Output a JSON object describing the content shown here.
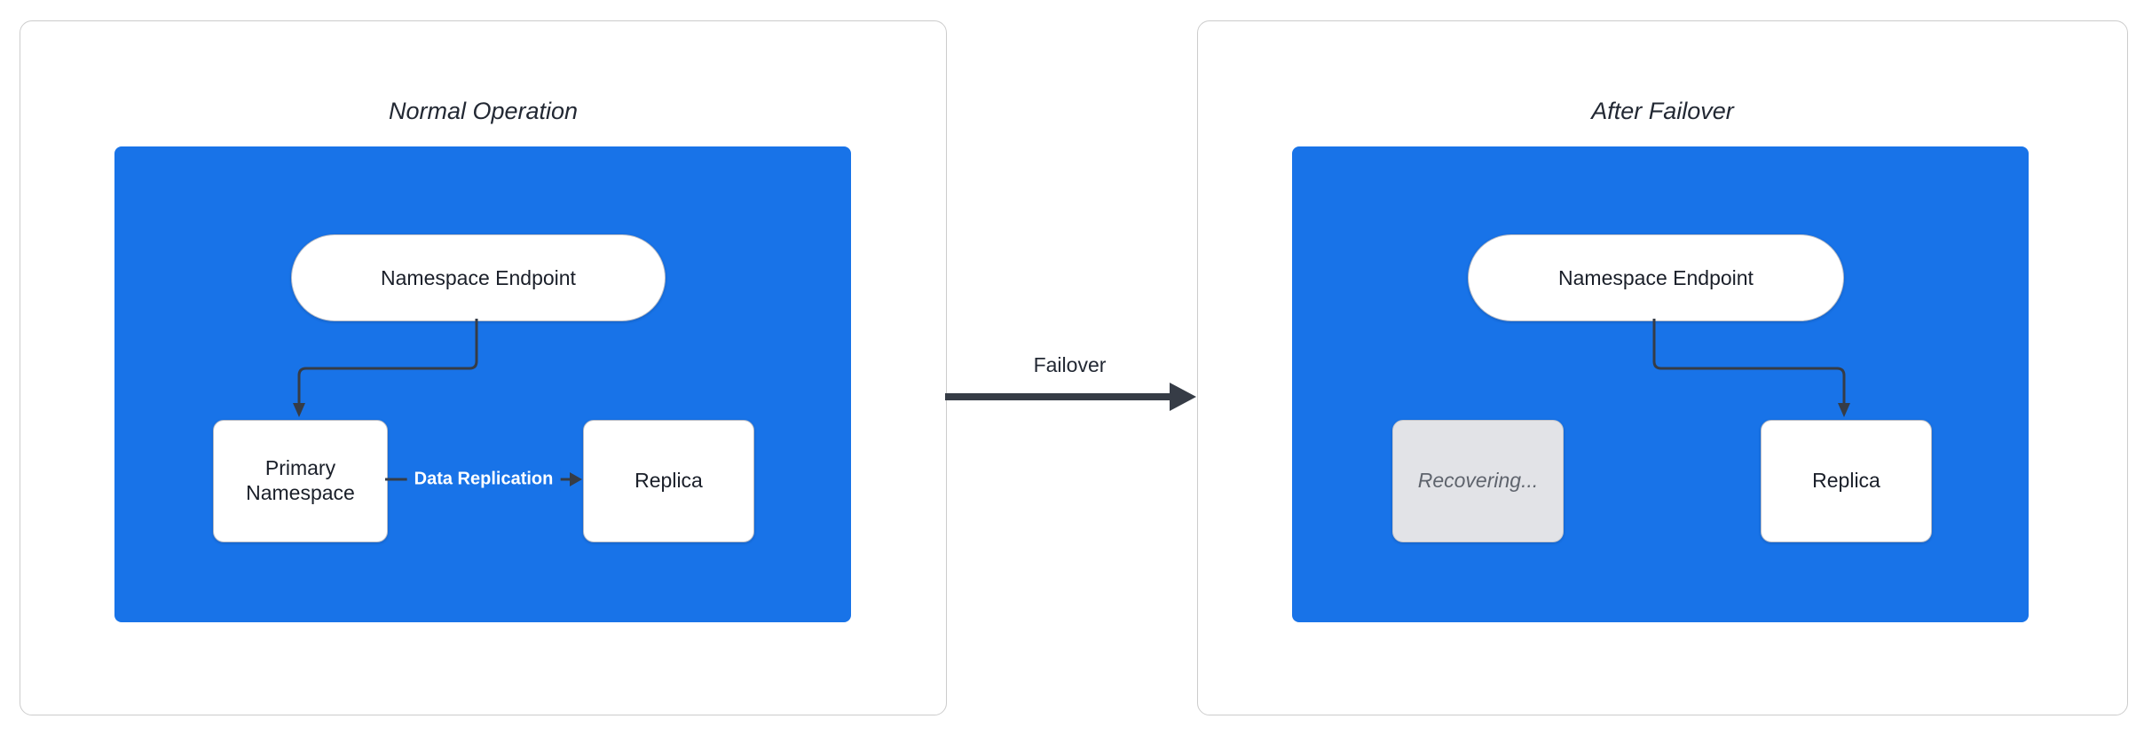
{
  "diagram": {
    "transition": {
      "label": "Failover"
    },
    "left": {
      "title": "Normal Operation",
      "endpoint_label": "Namespace Endpoint",
      "primary_label": "Primary Namespace",
      "replica_label": "Replica",
      "replication_label": "Data Replication"
    },
    "right": {
      "title": "After Failover",
      "endpoint_label": "Namespace Endpoint",
      "recovering_label": "Recovering...",
      "replica_label": "Replica"
    },
    "colors": {
      "cluster_fill": "#1873e8",
      "node_fill": "#ffffff",
      "node_border": "#b9bdc7",
      "recovering_fill": "#e2e3e7",
      "recovering_text": "#5f646d",
      "connector": "#363c46",
      "panel_border": "#cccccc",
      "text": "#1a1f29"
    }
  }
}
